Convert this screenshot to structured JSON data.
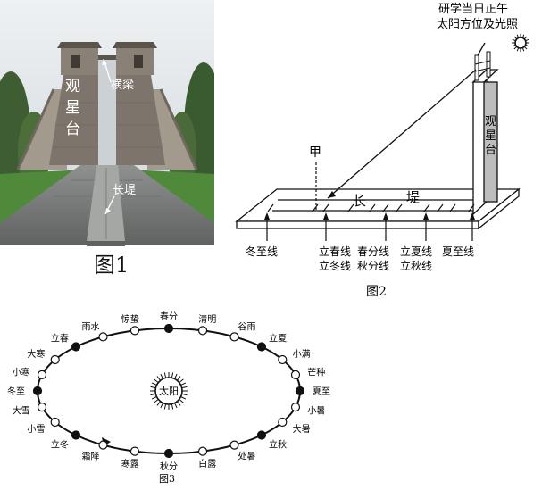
{
  "figure1": {
    "caption": "图1",
    "tower_label": "观星台",
    "beam_label": "横梁",
    "dike_label": "长堤",
    "colors": {
      "sky": "#dfe5ea",
      "stone": "#7d756b",
      "grass": "#4f8a3a",
      "pavement": "#8d8f8e"
    }
  },
  "figure2": {
    "caption": "图2",
    "sun_note_line1": "研学当日正午",
    "sun_note_line2": "太阳方位及光照",
    "tower_label": "观星台",
    "jia_label": "甲",
    "dike_label_1": "长",
    "dike_label_2": "堤",
    "lines": [
      {
        "line1": "冬至线",
        "line2": ""
      },
      {
        "line1": "立春线",
        "line2": "立冬线"
      },
      {
        "line1": "春分线",
        "line2": "秋分线"
      },
      {
        "line1": "立夏线",
        "line2": "立秋线"
      },
      {
        "line1": "夏至线",
        "line2": ""
      }
    ]
  },
  "figure3": {
    "caption": "图3",
    "sun_label": "太阳",
    "terms": [
      {
        "name": "春分",
        "angle": 0,
        "filled": true
      },
      {
        "name": "惊蛰",
        "angle": -15,
        "filled": false
      },
      {
        "name": "雨水",
        "angle": -30,
        "filled": false
      },
      {
        "name": "立春",
        "angle": -45,
        "filled": true
      },
      {
        "name": "大寒",
        "angle": -60,
        "filled": false
      },
      {
        "name": "小寒",
        "angle": -75,
        "filled": false
      },
      {
        "name": "冬至",
        "angle": -90,
        "filled": true
      },
      {
        "name": "大雪",
        "angle": -105,
        "filled": false
      },
      {
        "name": "小雪",
        "angle": -120,
        "filled": false
      },
      {
        "name": "立冬",
        "angle": -135,
        "filled": true
      },
      {
        "name": "霜降",
        "angle": -150,
        "filled": false
      },
      {
        "name": "寒露",
        "angle": -165,
        "filled": false
      },
      {
        "name": "秋分",
        "angle": 180,
        "filled": true
      },
      {
        "name": "白露",
        "angle": 165,
        "filled": false
      },
      {
        "name": "处暑",
        "angle": 150,
        "filled": false
      },
      {
        "name": "立秋",
        "angle": 135,
        "filled": true
      },
      {
        "name": "大暑",
        "angle": 120,
        "filled": false
      },
      {
        "name": "小暑",
        "angle": 105,
        "filled": false
      },
      {
        "name": "夏至",
        "angle": 90,
        "filled": true
      },
      {
        "name": "芒种",
        "angle": 75,
        "filled": false
      },
      {
        "name": "小满",
        "angle": 60,
        "filled": false
      },
      {
        "name": "立夏",
        "angle": 45,
        "filled": true
      },
      {
        "name": "谷雨",
        "angle": 30,
        "filled": false
      },
      {
        "name": "清明",
        "angle": 15,
        "filled": false
      }
    ]
  }
}
